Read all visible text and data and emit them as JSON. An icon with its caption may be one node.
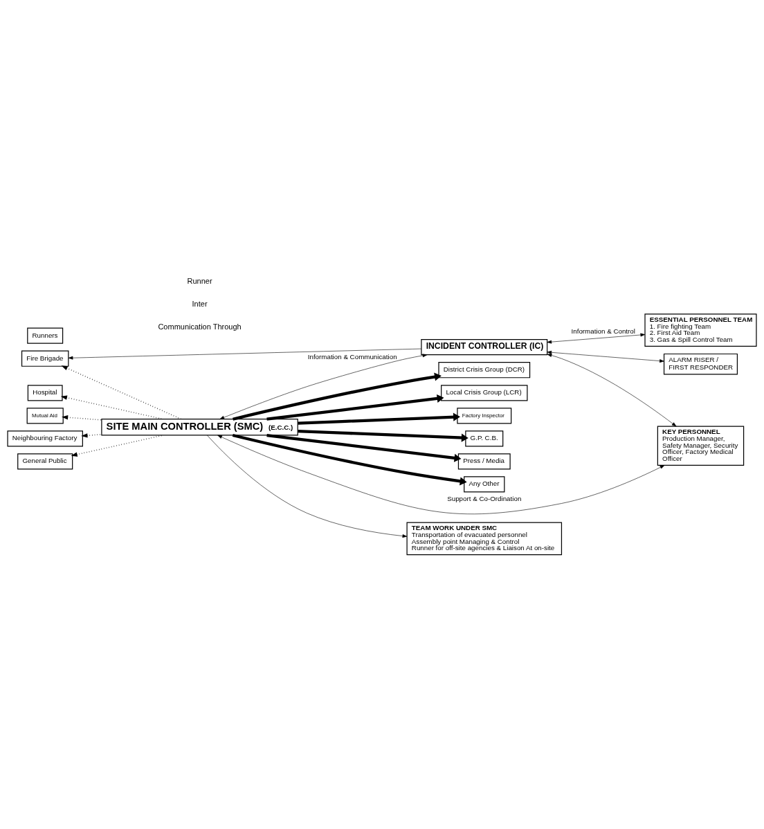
{
  "diagram": {
    "nodes": [
      {
        "text": [
          "Hospital"
        ]
      },
      {
        "text": [
          "Neighbouring Factory"
        ]
      },
      {
        "text": [
          "General Public"
        ]
      },
      {
        "text": [
          "Mutual Aid"
        ]
      },
      {
        "text": [
          "Fire Brigade"
        ]
      },
      {
        "text": [
          "District Crisis Group (DCR)"
        ]
      },
      {
        "text": [
          "Local Crisis Group (LCR)"
        ]
      },
      {
        "text": [
          "Factory Inspector"
        ]
      },
      {
        "text": [
          "G.P. C.B."
        ]
      },
      {
        "text": [
          "Press / Media"
        ]
      },
      {
        "text": [
          "Any Other"
        ]
      },
      {
        "text": [
          "SITE MAIN CONTROLLER (SMC)",
          "(E.C.C.)"
        ]
      },
      {
        "text": [
          "INCIDENT CONTROLLER (IC)"
        ]
      },
      {
        "text": [
          "ALARM RISER / FIRST RESPONDER"
        ]
      },
      {
        "text": [
          "KEY PERSONNEL",
          "Production Manager, Safety Manager, Security Officer, Factory Medical Officer"
        ]
      },
      {
        "text": [
          "ESSENTIAL PERSONNEL TEAM",
          "1. Fire fighting Team",
          "2. First Aid Team",
          "3. Gas & Spill Control Team"
        ]
      },
      {
        "text": [
          "TEAM WORK UNDER SMC",
          "Transportation of evacuated personnel",
          "Assembly point Managing & Control",
          "Runner for off-site agencies & Liaison At on-site"
        ]
      },
      {
        "text": [
          "Runners"
        ]
      }
    ],
    "edges": [
      {
        "from": 11,
        "to": 0,
        "arrow": "to",
        "style": "dashed"
      },
      {
        "from": 11,
        "to": 1,
        "arrow": "to",
        "style": "dashed"
      },
      {
        "from": 11,
        "to": 2,
        "arrow": "to",
        "style": "dashed"
      },
      {
        "from": 11,
        "to": 3,
        "arrow": "to",
        "style": "dashed"
      },
      {
        "from": 11,
        "to": 4,
        "arrow": "to",
        "style": "dashed"
      },
      {
        "from": 11,
        "to": 5,
        "arrow": "to",
        "style": "thick"
      },
      {
        "from": 11,
        "to": 6,
        "arrow": "to",
        "style": "thick"
      },
      {
        "from": 11,
        "to": 7,
        "arrow": "to",
        "style": "thick"
      },
      {
        "from": 11,
        "to": 8,
        "arrow": "to",
        "style": "thick"
      },
      {
        "from": 11,
        "to": 9,
        "arrow": "to",
        "style": "thick"
      },
      {
        "from": 11,
        "to": 10,
        "arrow": "to",
        "style": "thick"
      },
      {
        "from": 11,
        "to": 12,
        "arrow": "both",
        "label": "Information & Communication"
      },
      {
        "from": 12,
        "to": 4,
        "arrow": "to"
      },
      {
        "from": 12,
        "to": 13,
        "arrow": "both"
      },
      {
        "from": 11,
        "to": 14,
        "arrow": "both",
        "label": "Support & Co-Ordination"
      },
      {
        "from": 12,
        "to": 14,
        "arrow": "both"
      },
      {
        "from": 12,
        "to": 15,
        "arrow": "both",
        "label": "Information & Control"
      },
      {
        "from": 11,
        "to": 16,
        "arrow": "to"
      }
    ],
    "labels": [
      "Communication Through",
      "Inter",
      "Runner"
    ]
  }
}
